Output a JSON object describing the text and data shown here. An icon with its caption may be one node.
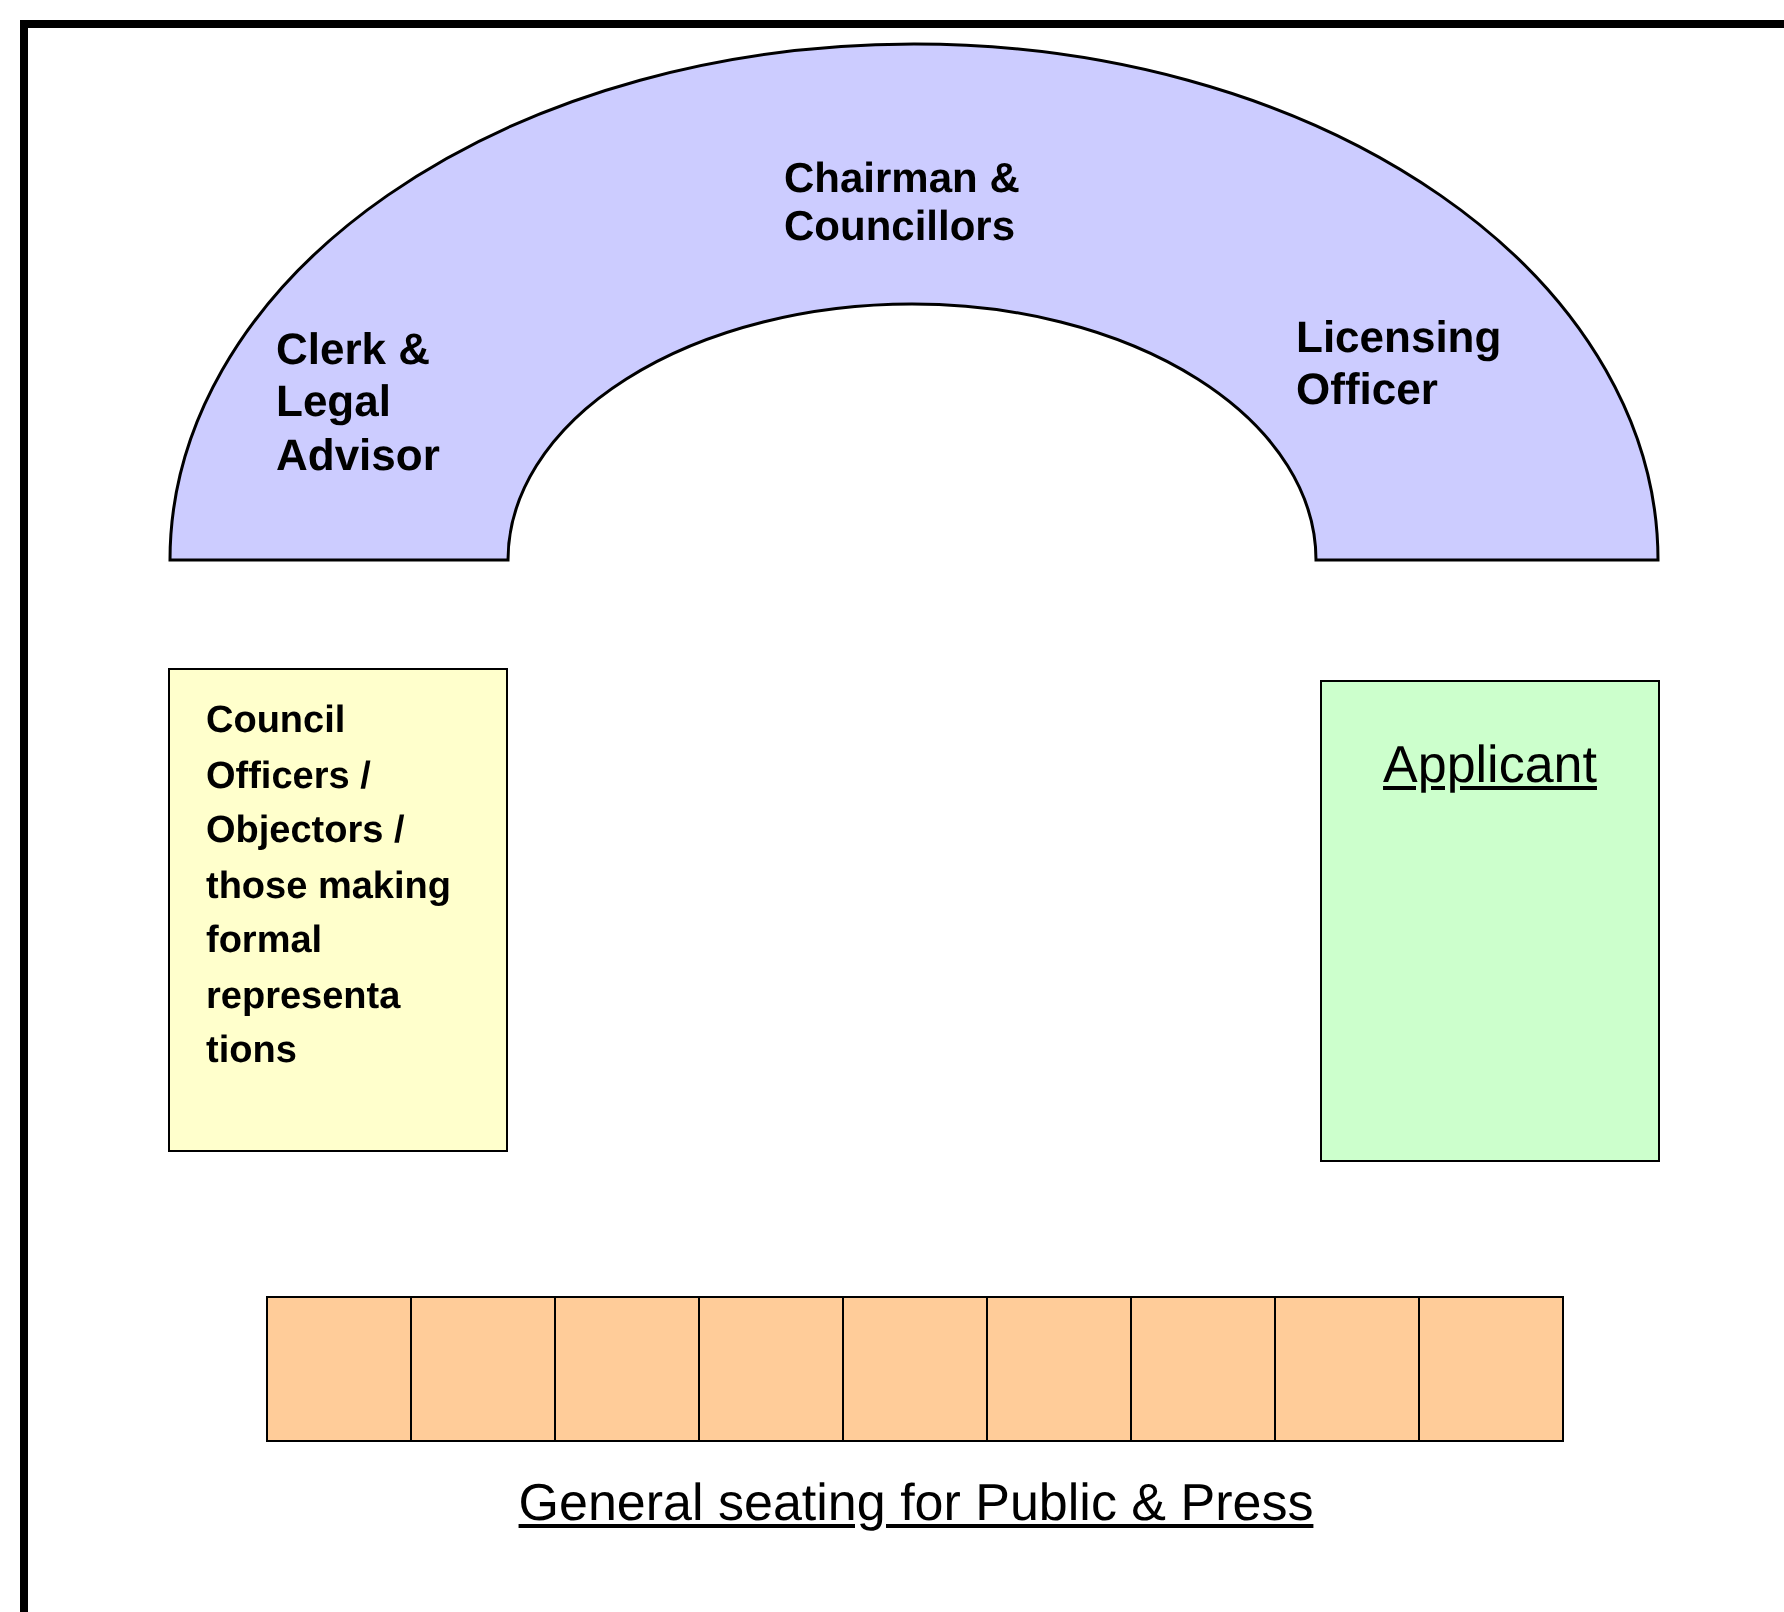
{
  "diagram": {
    "nodes": [
      {
        "text": [
          "Chairman & Councillors",
          "Clerk & Legal Advisor",
          "Licensing Officer"
        ]
      },
      {
        "text": [
          "Council Officers / Objectors / those making formal representa tions"
        ]
      },
      {
        "text": [
          "Applicant"
        ]
      },
      {
        "text": [],
        "shape": "box"
      },
      {
        "text": [],
        "shape": "box"
      },
      {
        "text": [],
        "shape": "box"
      },
      {
        "text": [],
        "shape": "box"
      },
      {
        "text": [],
        "shape": "box"
      },
      {
        "text": [],
        "shape": "box"
      },
      {
        "text": [],
        "shape": "box"
      },
      {
        "text": [],
        "shape": "box"
      },
      {
        "text": [],
        "shape": "box"
      }
    ],
    "edges": [],
    "labels": [
      "General seating for Public & Press"
    ]
  }
}
